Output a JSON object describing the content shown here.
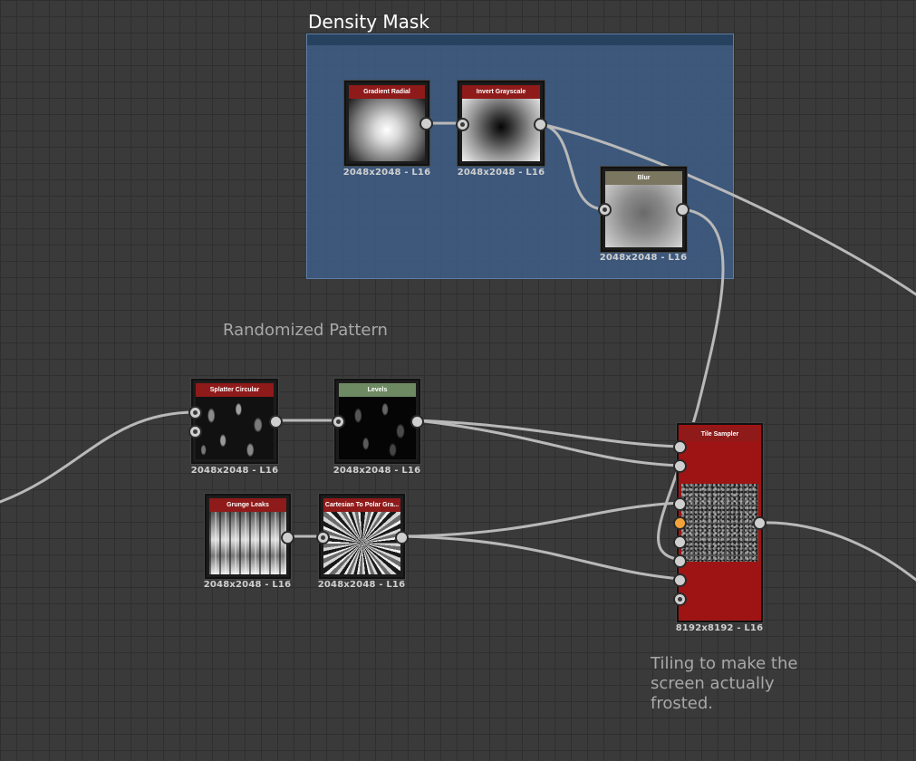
{
  "frame": {
    "title": "Density Mask"
  },
  "comments": {
    "randomized": "Randomized Pattern",
    "tiling": "Tiling to make the screen actually frosted."
  },
  "nodes": {
    "gradient_radial": {
      "title": "Gradient Radial",
      "caption": "2048x2048 - L16"
    },
    "invert_grayscale": {
      "title": "Invert Grayscale",
      "caption": "2048x2048 - L16"
    },
    "blur": {
      "title": "Blur",
      "caption": "2048x2048 - L16"
    },
    "splatter_circular": {
      "title": "Splatter Circular",
      "caption": "2048x2048 - L16"
    },
    "levels": {
      "title": "Levels",
      "caption": "2048x2048 - L16"
    },
    "grunge_leaks": {
      "title": "Grunge Leaks",
      "caption": "2048x2048 - L16"
    },
    "cartesian_polar": {
      "title": "Cartesian To Polar Gra...",
      "caption": "2048x2048 - L16"
    },
    "tile_sampler": {
      "title": "Tile Sampler",
      "caption": "8192x8192 - L16"
    }
  },
  "colors": {
    "node_header_red": "#8f1a1a",
    "levels_header": "#6e8a62",
    "blur_header": "#7b765f",
    "frame": "#3e608c",
    "wire": "#b9b9b9",
    "active_pin": "#f2a33a"
  }
}
